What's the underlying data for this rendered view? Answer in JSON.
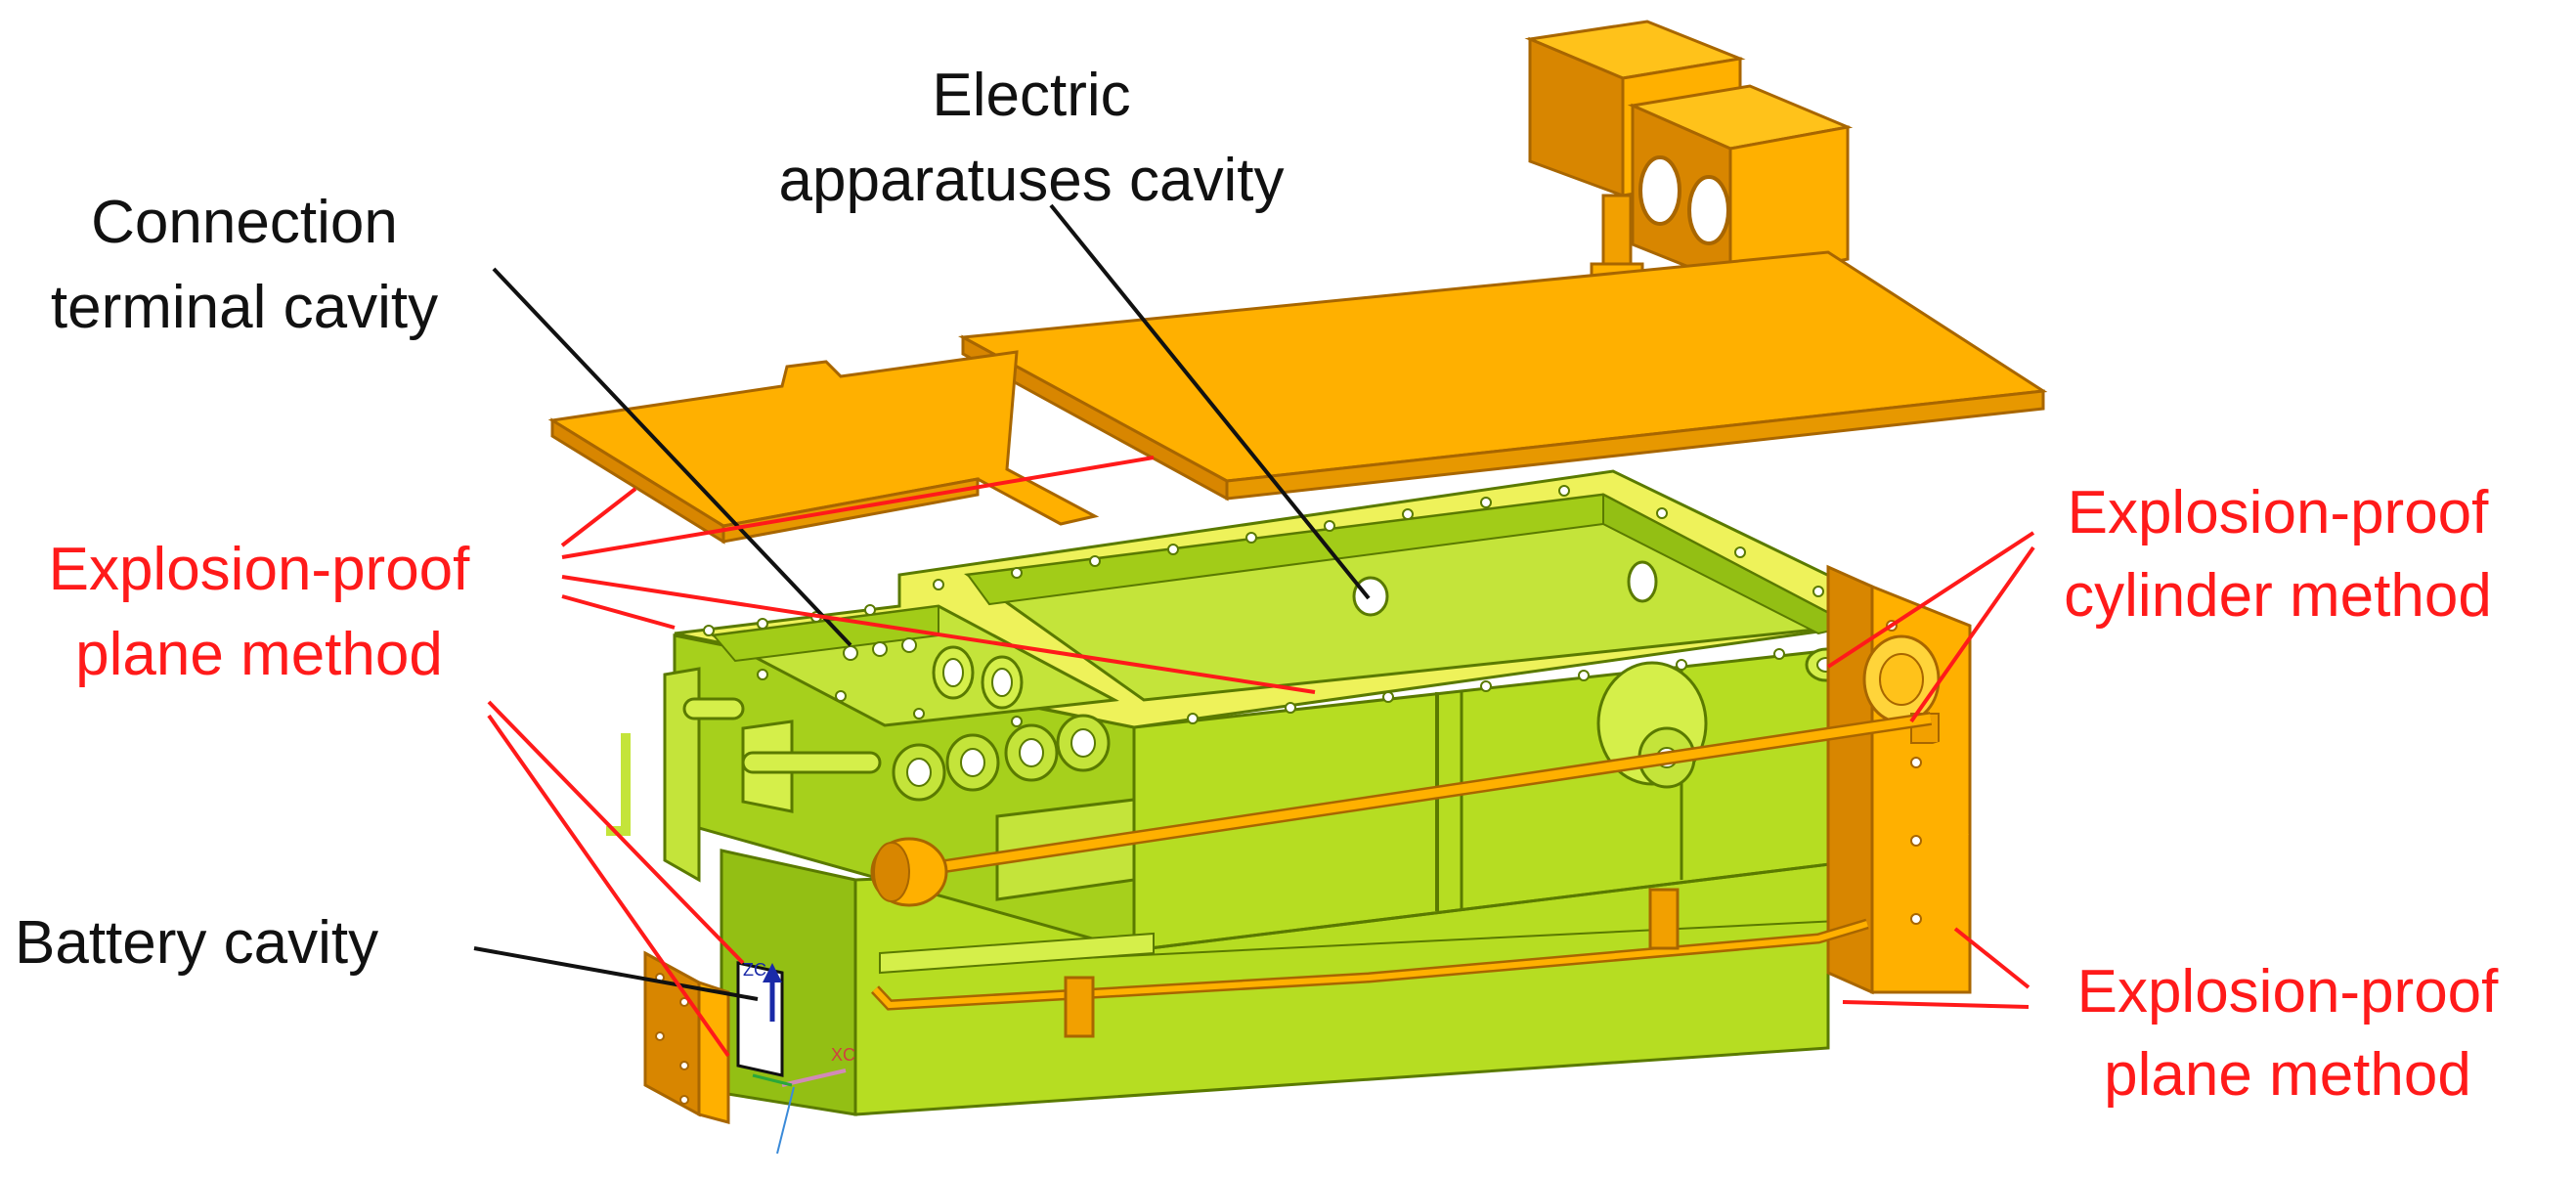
{
  "labels": {
    "electric_line1": "Electric",
    "electric_line2": "apparatuses  cavity",
    "connection_line1": "Connection",
    "connection_line2": "terminal cavity",
    "plane_left_line1": "Explosion-proof",
    "plane_left_line2": "plane method",
    "battery": "Battery cavity",
    "cylinder_line1": "Explosion-proof",
    "cylinder_line2": "cylinder method",
    "plane_right_line1": "Explosion-proof",
    "plane_right_line2": "plane method"
  },
  "axis_labels": {
    "zc": "ZC",
    "xc": "XC"
  },
  "colors": {
    "body_green": "#b6dd22",
    "body_green_dark": "#93bf14",
    "body_green_light": "#d5ef4a",
    "flange_yellow": "#eef25a",
    "cover_orange": "#ffb000",
    "cover_orange_dark": "#d88600",
    "cover_edge": "#a86600",
    "leader_black": "#111111",
    "leader_red": "#ff1a1a",
    "label_black": "#111111",
    "label_red": "#ff1a1a"
  }
}
